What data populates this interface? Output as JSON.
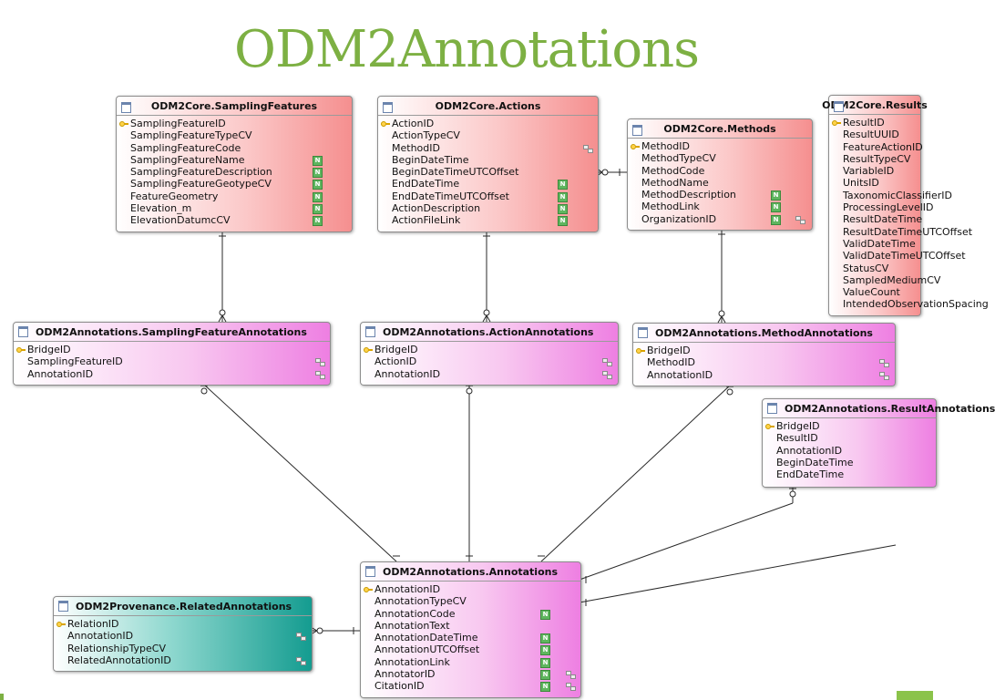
{
  "title": "ODM2Annotations",
  "badge_n": "N",
  "entities": {
    "sampling_features": {
      "name": "ODM2Core.SamplingFeatures",
      "fields": [
        "SamplingFeatureID",
        "SamplingFeatureTypeCV",
        "SamplingFeatureCode",
        "SamplingFeatureName",
        "SamplingFeatureDescription",
        "SamplingFeatureGeotypeCV",
        "FeatureGeometry",
        "Elevation_m",
        "ElevationDatumcCV"
      ]
    },
    "actions": {
      "name": "ODM2Core.Actions",
      "fields": [
        "ActionID",
        "ActionTypeCV",
        "MethodID",
        "BeginDateTime",
        "BeginDateTimeUTCOffset",
        "EndDateTime",
        "EndDateTimeUTCOffset",
        "ActionDescription",
        "ActionFileLink"
      ]
    },
    "methods": {
      "name": "ODM2Core.Methods",
      "fields": [
        "MethodID",
        "MethodTypeCV",
        "MethodCode",
        "MethodName",
        "MethodDescription",
        "MethodLink",
        "OrganizationID"
      ]
    },
    "results": {
      "name": "ODM2Core.Results",
      "fields": [
        "ResultID",
        "ResultUUID",
        "FeatureActionID",
        "ResultTypeCV",
        "VariableID",
        "UnitsID",
        "TaxonomicClassifierID",
        "ProcessingLevelID",
        "ResultDateTime",
        "ResultDateTimeUTCOffset",
        "ValidDateTime",
        "ValidDateTimeUTCOffset",
        "StatusCV",
        "SampledMediumCV",
        "ValueCount",
        "IntendedObservationSpacing"
      ]
    },
    "sf_annotations": {
      "name": "ODM2Annotations.SamplingFeatureAnnotations",
      "fields": [
        "BridgeID",
        "SamplingFeatureID",
        "AnnotationID"
      ]
    },
    "action_annotations": {
      "name": "ODM2Annotations.ActionAnnotations",
      "fields": [
        "BridgeID",
        "ActionID",
        "AnnotationID"
      ]
    },
    "method_annotations": {
      "name": "ODM2Annotations.MethodAnnotations",
      "fields": [
        "BridgeID",
        "MethodID",
        "AnnotationID"
      ]
    },
    "result_annotations": {
      "name": "ODM2Annotations.ResultAnnotations",
      "fields": [
        "BridgeID",
        "ResultID",
        "AnnotationID",
        "BeginDateTime",
        "EndDateTime"
      ]
    },
    "annotations": {
      "name": "ODM2Annotations.Annotations",
      "fields": [
        "AnnotationID",
        "AnnotationTypeCV",
        "AnnotationCode",
        "AnnotationText",
        "AnnotationDateTime",
        "AnnotationUTCOffset",
        "AnnotationLink",
        "AnnotatorID",
        "CitationID"
      ]
    },
    "related_annotations": {
      "name": "ODM2Provenance.RelatedAnnotations",
      "fields": [
        "RelationID",
        "AnnotationID",
        "RelationshipTypeCV",
        "RelatedAnnotationID"
      ]
    }
  }
}
